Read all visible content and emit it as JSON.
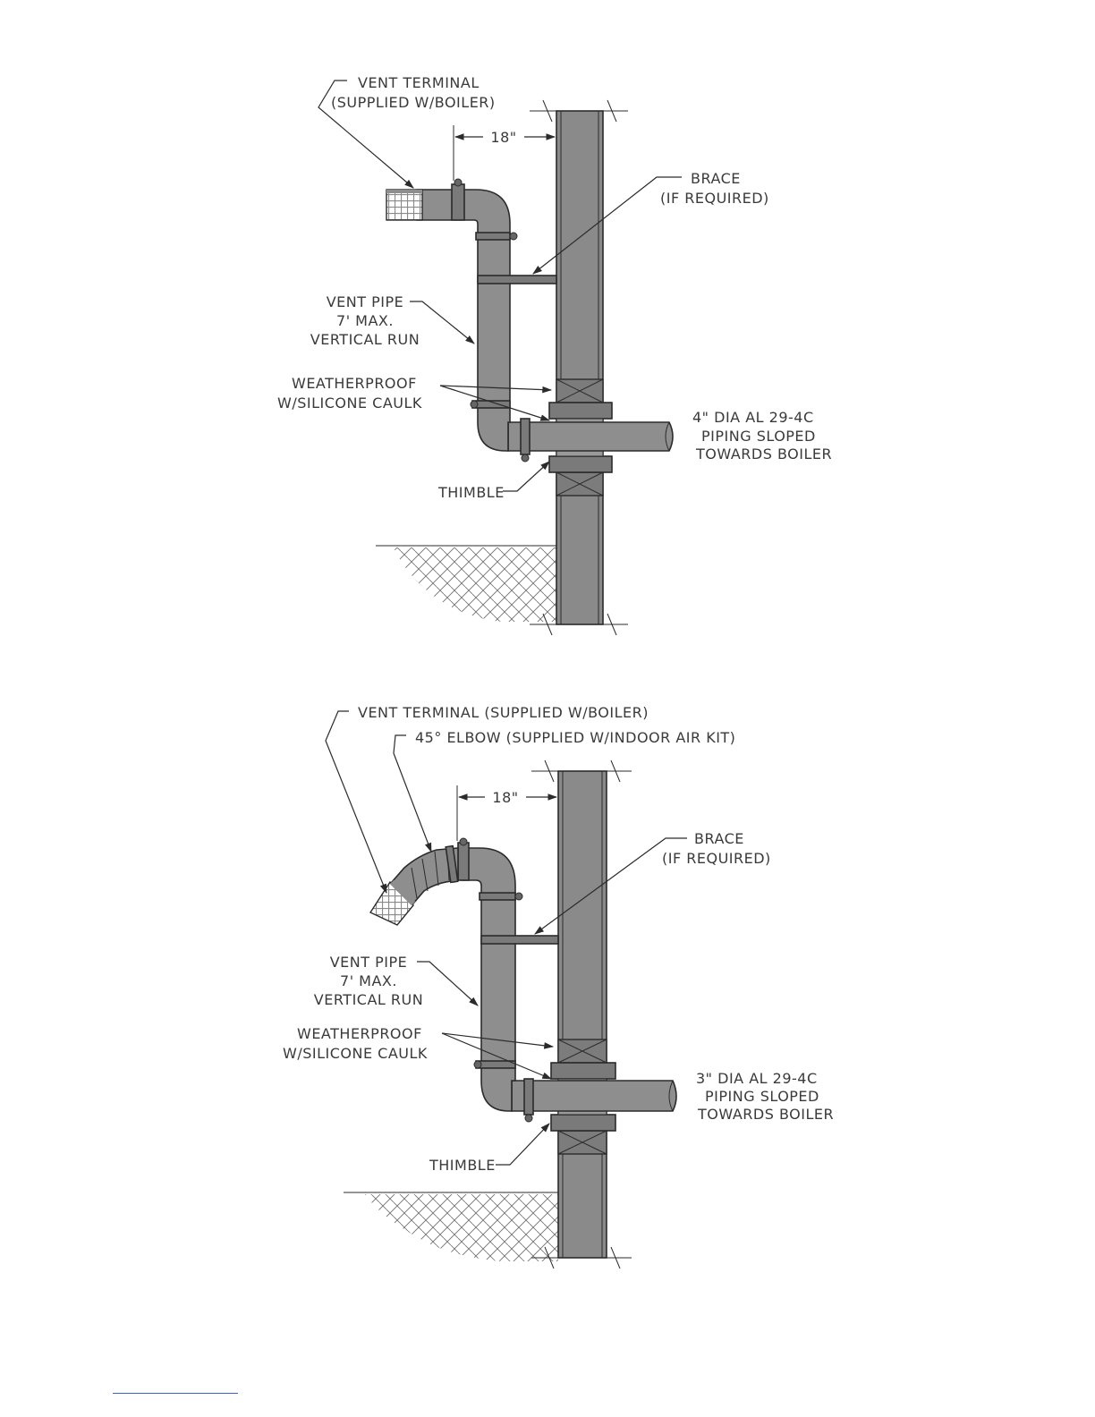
{
  "detail_1": {
    "vent_terminal": [
      "VENT TERMINAL",
      "(SUPPLIED W/BOILER)"
    ],
    "dimension": "18\"",
    "brace": [
      "BRACE",
      "(IF REQUIRED)"
    ],
    "vent_pipe": [
      "VENT PIPE",
      "7' MAX.",
      "VERTICAL RUN"
    ],
    "weatherproof": [
      "WEATHERPROOF",
      "W/SILICONE CAULK"
    ],
    "piping": [
      "4\" DIA AL 29-4C",
      "PIPING SLOPED",
      "TOWARDS BOILER"
    ],
    "thimble": "THIMBLE"
  },
  "detail_2": {
    "vent_terminal": "VENT TERMINAL (SUPPLIED W/BOILER)",
    "elbow": "45° ELBOW (SUPPLIED W/INDOOR AIR KIT)",
    "dimension": "18\"",
    "brace": [
      "BRACE",
      "(IF REQUIRED)"
    ],
    "vent_pipe": [
      "VENT PIPE",
      "7' MAX.",
      "VERTICAL RUN"
    ],
    "weatherproof": [
      "WEATHERPROOF",
      "W/SILICONE CAULK"
    ],
    "piping": [
      "3\" DIA AL 29-4C",
      "PIPING SLOPED",
      "TOWARDS BOILER"
    ],
    "thimble": "THIMBLE"
  }
}
